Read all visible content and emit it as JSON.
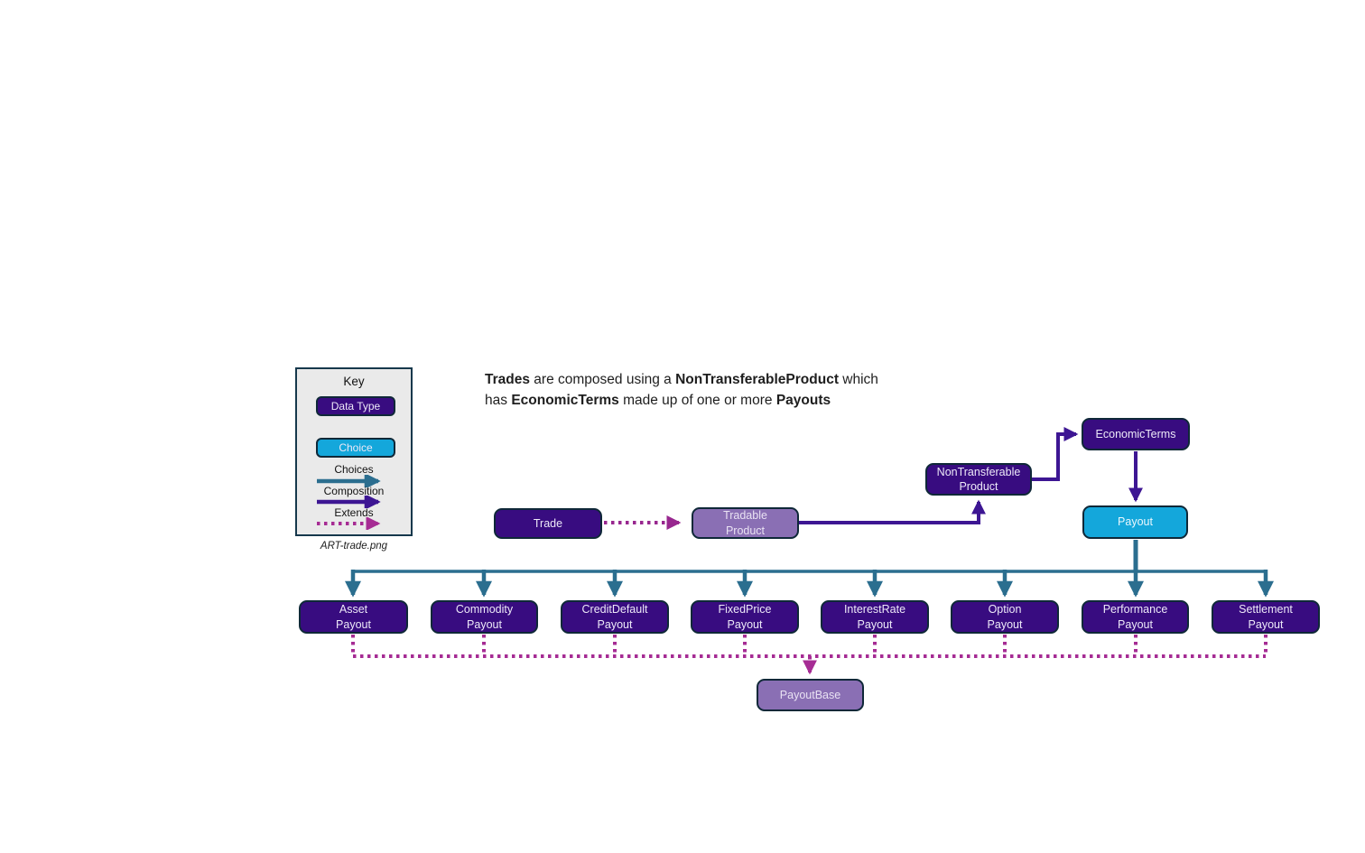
{
  "key": {
    "title": "Key",
    "data_type_label": "Data Type",
    "choice_label": "Choice",
    "choices_label": "Choices",
    "composition_label": "Composition",
    "extends_label": "Extends",
    "filename_caption": "ART-trade.png"
  },
  "description": {
    "segments": [
      {
        "text": "Trades",
        "bold": true
      },
      {
        "text": " are composed using a ",
        "bold": false
      },
      {
        "text": "NonTransferableProduct",
        "bold": true
      },
      {
        "text": " which",
        "bold": false
      },
      {
        "text": "has ",
        "bold": false
      },
      {
        "text": "EconomicTerms",
        "bold": true
      },
      {
        "text": " made up of one or more ",
        "bold": false
      },
      {
        "text": "Payouts",
        "bold": true
      }
    ]
  },
  "nodes": {
    "trade": {
      "label": "Trade",
      "kind": "data-type"
    },
    "tradable_product": {
      "label": "Tradable Product",
      "kind": "extended-type"
    },
    "non_transferable_product": {
      "label": "NonTransferable Product",
      "kind": "data-type"
    },
    "economic_terms": {
      "label": "EconomicTerms",
      "kind": "data-type"
    },
    "payout": {
      "label": "Payout",
      "kind": "choice"
    },
    "payout_base": {
      "label": "PayoutBase",
      "kind": "extended-type"
    }
  },
  "payouts": [
    {
      "label": "Asset Payout"
    },
    {
      "label": "Commodity Payout"
    },
    {
      "label": "CreditDefault Payout"
    },
    {
      "label": "FixedPrice Payout"
    },
    {
      "label": "InterestRate Payout"
    },
    {
      "label": "Option Payout"
    },
    {
      "label": "Performance Payout"
    },
    {
      "label": "Settlement Payout"
    }
  ],
  "relations": {
    "trade_extends_tradable_product": "extends",
    "tradable_product_to_non_transferable_product": "composition",
    "non_transferable_product_to_economic_terms": "composition",
    "economic_terms_to_payout": "composition",
    "payout_to_payout_types": "choices",
    "payout_types_extend_payout_base": "extends"
  },
  "colors": {
    "data_type_fill": "#380C80",
    "choice_fill": "#14A7DB",
    "extended_type_fill": "#8A6FB4",
    "node_border": "#0F2838",
    "choices_arrow": "#2B6E8F",
    "composition_arrow": "#3D1693",
    "extends_arrow": "#A62C94",
    "trade_extends_arrow": "#98278F",
    "key_panel_fill": "#EAEAEA",
    "key_panel_border": "#16384C"
  }
}
